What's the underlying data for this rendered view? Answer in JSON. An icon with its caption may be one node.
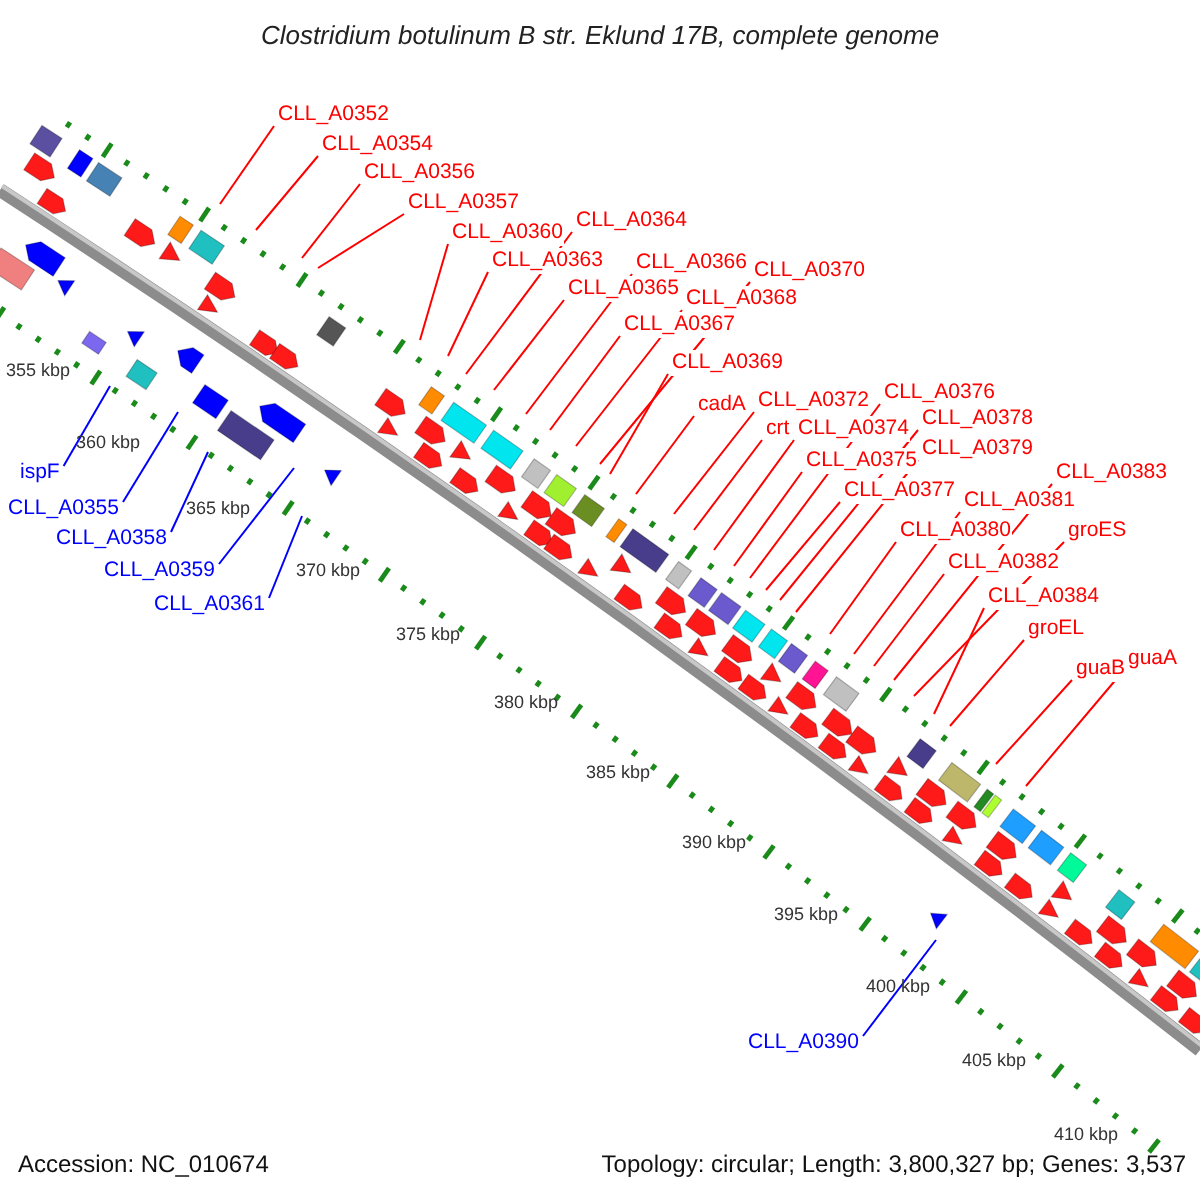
{
  "diagram": {
    "title": "Clostridium botulinum B str. Eklund 17B, complete genome",
    "nodes": [
      {
        "text": [
          "CLL_A0352"
        ]
      },
      {
        "text": [
          "CLL_A0354"
        ]
      },
      {
        "text": [
          "CLL_A0356"
        ]
      },
      {
        "text": [
          "CLL_A0357"
        ]
      },
      {
        "text": [
          "CLL_A0360"
        ]
      },
      {
        "text": [
          "CLL_A0363"
        ]
      },
      {
        "text": [
          "CLL_A0364"
        ]
      },
      {
        "text": [
          "CLL_A0365"
        ]
      },
      {
        "text": [
          "CLL_A0366"
        ]
      },
      {
        "text": [
          "CLL_A0367"
        ]
      },
      {
        "text": [
          "CLL_A0368"
        ]
      },
      {
        "text": [
          "CLL_A0370"
        ]
      },
      {
        "text": [
          "CLL_A0369"
        ]
      },
      {
        "text": [
          "cadA"
        ]
      },
      {
        "text": [
          "CLL_A0372"
        ]
      },
      {
        "text": [
          "crt"
        ]
      },
      {
        "text": [
          "CLL_A0374"
        ]
      },
      {
        "text": [
          "CLL_A0375"
        ]
      },
      {
        "text": [
          "CLL_A0376"
        ]
      },
      {
        "text": [
          "CLL_A0377"
        ]
      },
      {
        "text": [
          "CLL_A0378"
        ]
      },
      {
        "text": [
          "CLL_A0379"
        ]
      },
      {
        "text": [
          "CLL_A0380"
        ]
      },
      {
        "text": [
          "CLL_A0381"
        ]
      },
      {
        "text": [
          "CLL_A0382"
        ]
      },
      {
        "text": [
          "CLL_A0383"
        ]
      },
      {
        "text": [
          "groES"
        ]
      },
      {
        "text": [
          "CLL_A0384"
        ]
      },
      {
        "text": [
          "groEL"
        ]
      },
      {
        "text": [
          "guaB"
        ]
      },
      {
        "text": [
          "guaA"
        ]
      },
      {
        "text": [
          "ispF"
        ]
      },
      {
        "text": [
          "CLL_A0355"
        ]
      },
      {
        "text": [
          "CLL_A0358"
        ]
      },
      {
        "text": [
          "CLL_A0359"
        ]
      },
      {
        "text": [
          "CLL_A0361"
        ]
      },
      {
        "text": [
          "CLL_A0390"
        ]
      }
    ],
    "edges": [
      {
        "from": 0,
        "to": null,
        "arrow": "none"
      },
      {
        "from": 1,
        "to": null,
        "arrow": "none"
      },
      {
        "from": 2,
        "to": null,
        "arrow": "none"
      },
      {
        "from": 3,
        "to": null,
        "arrow": "none"
      },
      {
        "from": 4,
        "to": null,
        "arrow": "none"
      },
      {
        "from": 5,
        "to": null,
        "arrow": "none"
      },
      {
        "from": 6,
        "to": null,
        "arrow": "none"
      },
      {
        "from": 7,
        "to": null,
        "arrow": "none"
      },
      {
        "from": 8,
        "to": null,
        "arrow": "none"
      },
      {
        "from": 9,
        "to": null,
        "arrow": "none"
      },
      {
        "from": 10,
        "to": null,
        "arrow": "none"
      },
      {
        "from": 11,
        "to": null,
        "arrow": "none"
      },
      {
        "from": 12,
        "to": null,
        "arrow": "none"
      },
      {
        "from": 13,
        "to": null,
        "arrow": "none"
      },
      {
        "from": 14,
        "to": null,
        "arrow": "none"
      },
      {
        "from": 15,
        "to": null,
        "arrow": "none"
      },
      {
        "from": 16,
        "to": null,
        "arrow": "none"
      },
      {
        "from": 17,
        "to": null,
        "arrow": "none"
      },
      {
        "from": 18,
        "to": null,
        "arrow": "none"
      },
      {
        "from": 19,
        "to": null,
        "arrow": "none"
      },
      {
        "from": 20,
        "to": null,
        "arrow": "none"
      },
      {
        "from": 21,
        "to": null,
        "arrow": "none"
      },
      {
        "from": 22,
        "to": null,
        "arrow": "none"
      },
      {
        "from": 23,
        "to": null,
        "arrow": "none"
      },
      {
        "from": 24,
        "to": null,
        "arrow": "none"
      },
      {
        "from": 25,
        "to": null,
        "arrow": "none"
      },
      {
        "from": 26,
        "to": null,
        "arrow": "none"
      },
      {
        "from": 27,
        "to": null,
        "arrow": "none"
      },
      {
        "from": 28,
        "to": null,
        "arrow": "none"
      },
      {
        "from": 29,
        "to": null,
        "arrow": "none"
      },
      {
        "from": 30,
        "to": null,
        "arrow": "none"
      },
      {
        "from": 31,
        "to": null,
        "arrow": "none",
        "color": "#0000ff"
      },
      {
        "from": 32,
        "to": null,
        "arrow": "none",
        "color": "#0000ff"
      },
      {
        "from": 33,
        "to": null,
        "arrow": "none",
        "color": "#0000ff"
      },
      {
        "from": 34,
        "to": null,
        "arrow": "none",
        "color": "#0000ff"
      },
      {
        "from": 35,
        "to": null,
        "arrow": "none",
        "color": "#0000ff"
      },
      {
        "from": 36,
        "to": null,
        "arrow": "none",
        "color": "#0000ff"
      }
    ],
    "labels": [
      "355 kbp",
      "360 kbp",
      "365 kbp",
      "370 kbp",
      "375 kbp",
      "380 kbp",
      "385 kbp",
      "390 kbp",
      "395 kbp",
      "400 kbp",
      "405 kbp",
      "410 kbp",
      "Accession: NC_010674",
      "Topology: circular; Length: 3,800,327 bp; Genes: 3,537"
    ]
  }
}
